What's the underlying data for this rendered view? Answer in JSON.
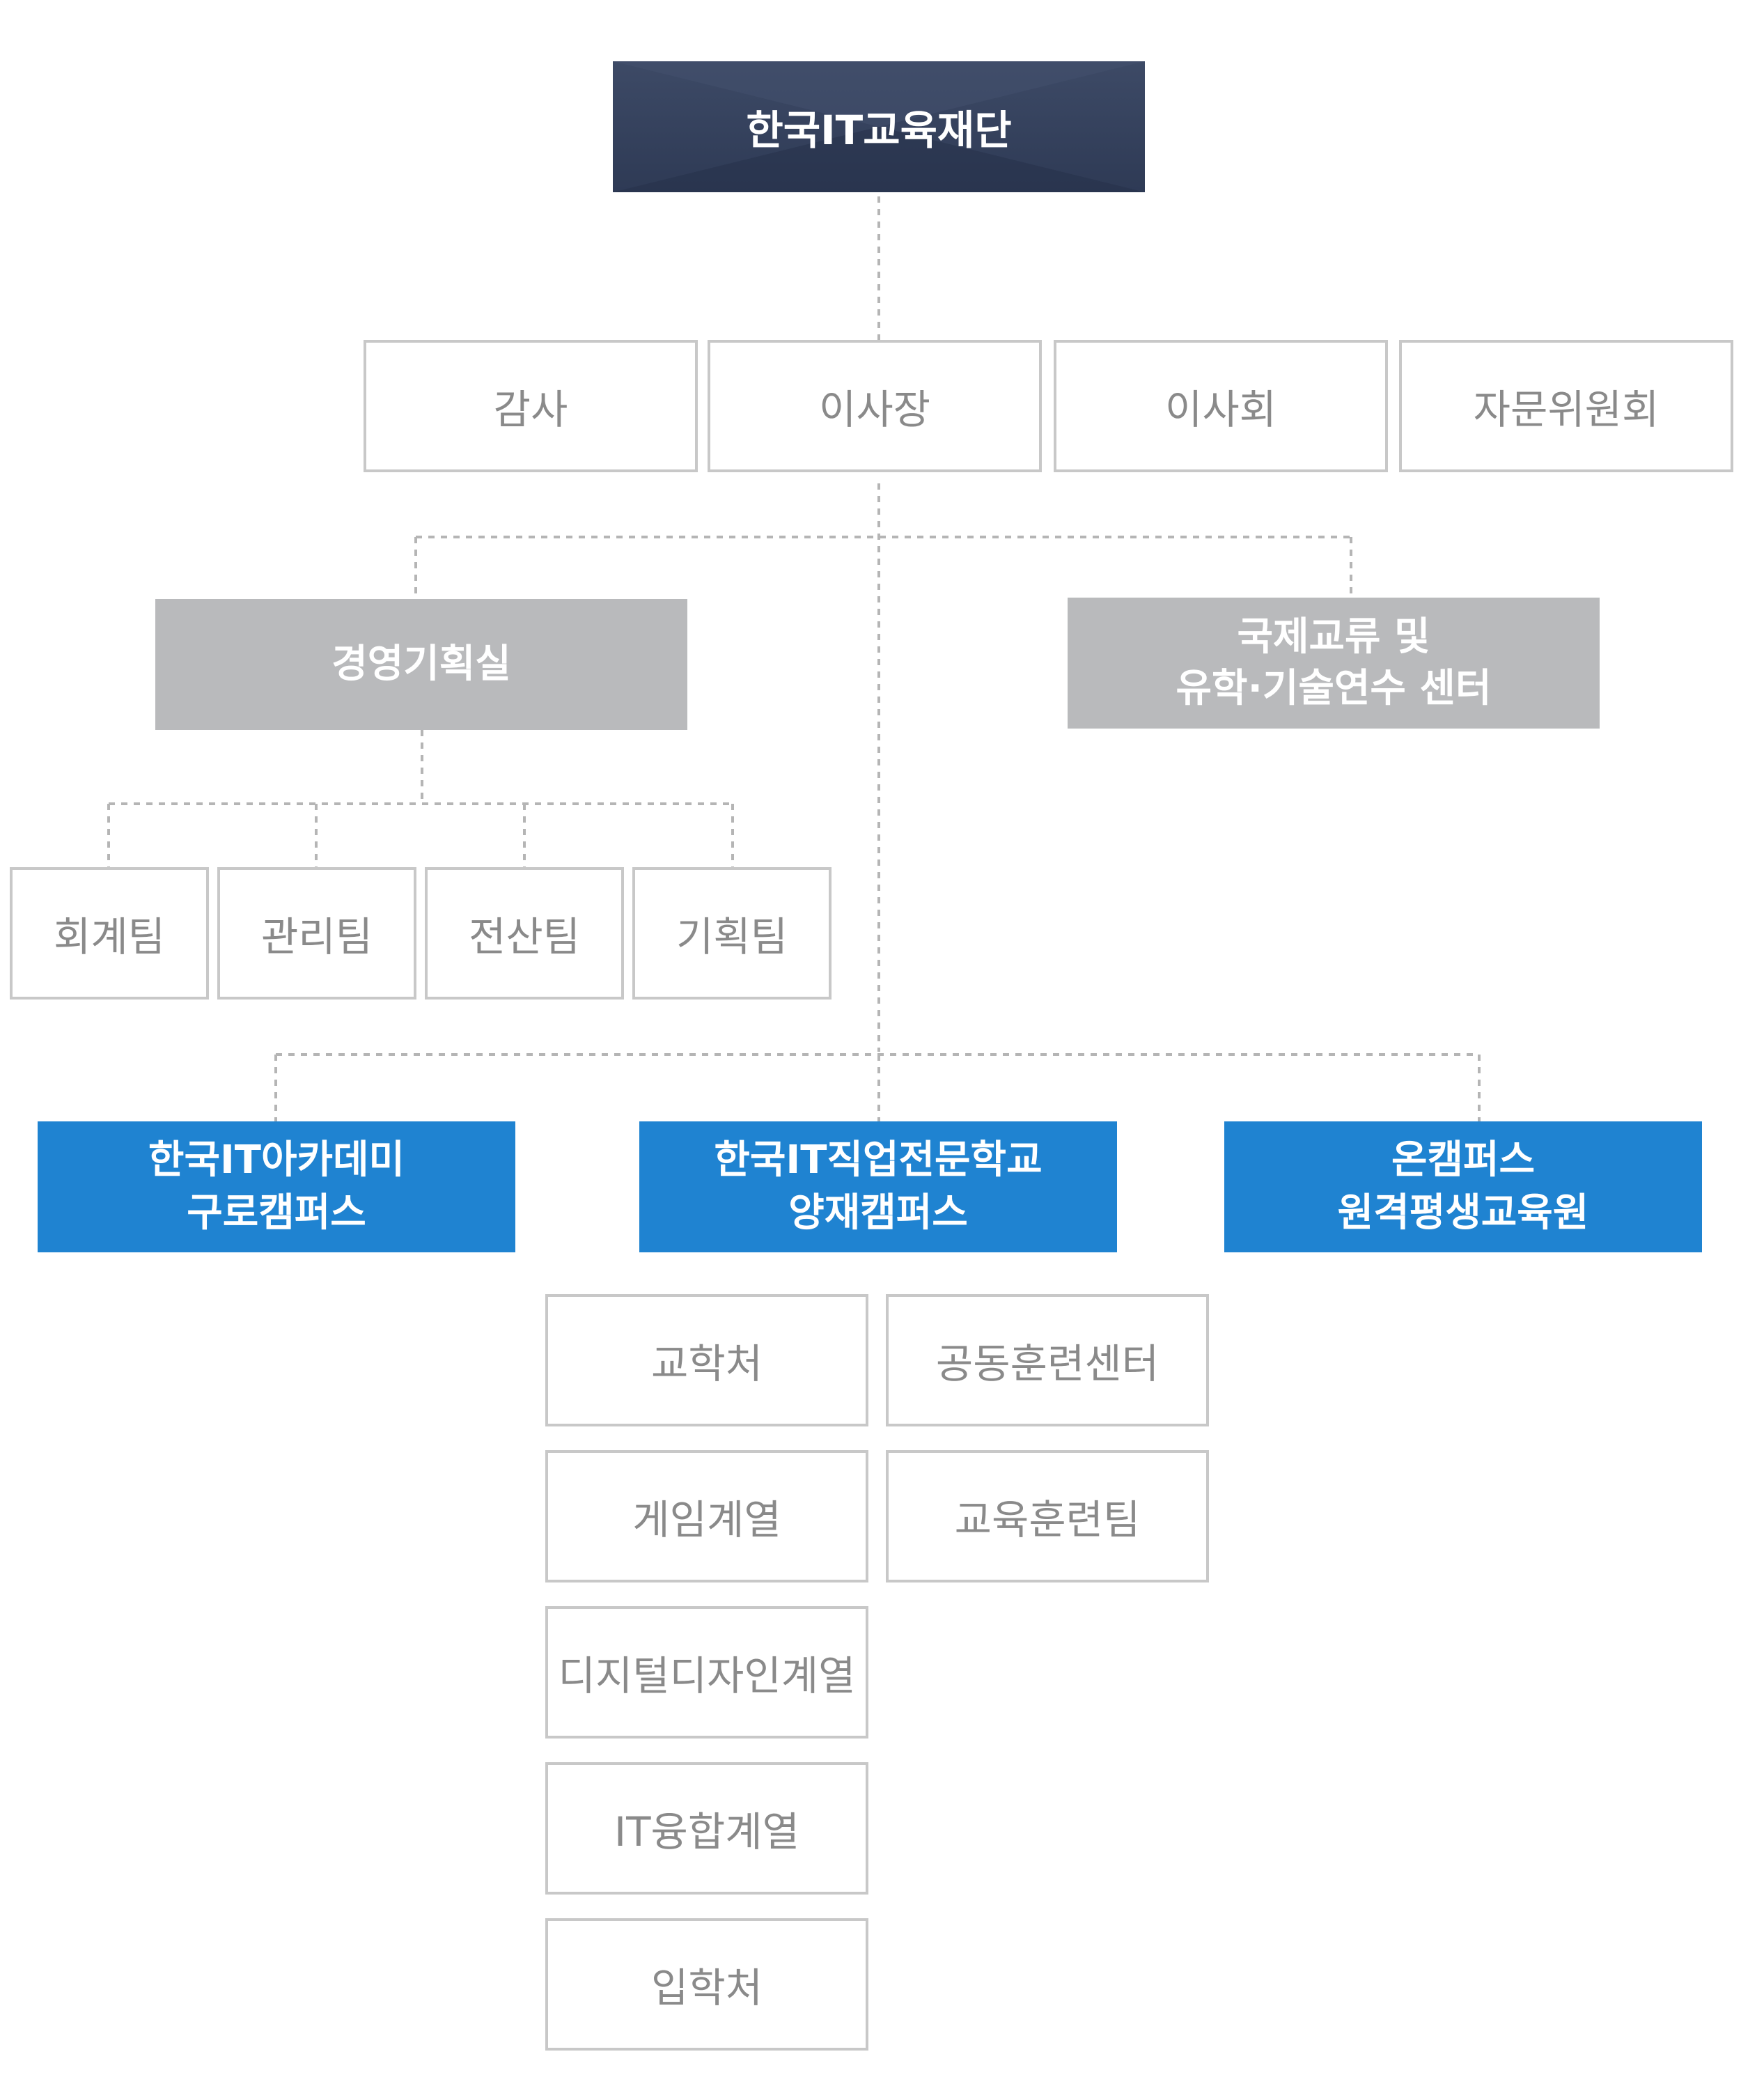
{
  "root": {
    "label": "한국IT교육재단"
  },
  "advisory": [
    {
      "label": "감사"
    },
    {
      "label": "이사장"
    },
    {
      "label": "이사회"
    },
    {
      "label": "자문위원회"
    }
  ],
  "management": {
    "label": "경영기획실"
  },
  "international": {
    "lines": [
      "국제교류 및",
      "유학·기술연수 센터"
    ]
  },
  "teams": [
    {
      "label": "회계팀"
    },
    {
      "label": "관리팀"
    },
    {
      "label": "전산팀"
    },
    {
      "label": "기획팀"
    }
  ],
  "campuses": [
    {
      "lines": [
        "한국IT아카데미",
        "구로캠퍼스"
      ]
    },
    {
      "lines": [
        "한국IT직업전문학교",
        "양재캠퍼스"
      ]
    },
    {
      "lines": [
        "온캠퍼스",
        "원격평생교육원"
      ]
    }
  ],
  "yangjae_left": [
    {
      "label": "교학처"
    },
    {
      "label": "게임계열"
    },
    {
      "label": "디지털디자인계열"
    },
    {
      "label": "IT융합계열"
    },
    {
      "label": "입학처"
    }
  ],
  "yangjae_right": [
    {
      "label": "공동훈련센터"
    },
    {
      "label": "교육훈련팀"
    }
  ],
  "colors": {
    "root": "#2e3a55",
    "gray_box": "#b9babc",
    "blue_box": "#1f83d1",
    "outline_border": "#c8c8c8",
    "outline_text": "#8a8a8a",
    "connector": "#b5b5b5"
  }
}
